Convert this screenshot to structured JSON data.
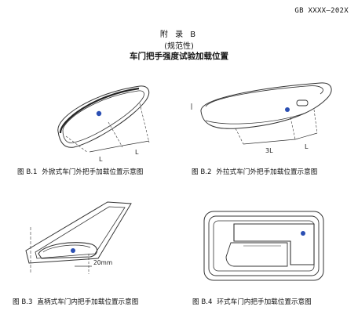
{
  "document": {
    "standard_number": "GB XXXX—202X",
    "appendix_title": "附 录 B",
    "appendix_type": "(规范性)",
    "appendix_subject": "车门把手强度试验加载位置"
  },
  "figures": [
    {
      "number": "图 B.1",
      "caption": "外掀式车门外把手加载位置示意图",
      "dimension_labels": [
        "L",
        "L"
      ]
    },
    {
      "number": "图 B.2",
      "caption": "外拉式车门外把手加载位置示意图",
      "dimension_labels": [
        "3L",
        "L"
      ]
    },
    {
      "number": "图 B.3",
      "caption": "直柄式车门内把手加载位置示意图",
      "dimension_labels": [
        "20mm"
      ]
    },
    {
      "number": "图 B.4",
      "caption": "环式车门内把手加载位置示意图",
      "dimension_labels": []
    }
  ],
  "colors": {
    "load_point": "#2b4fb3",
    "line": "#333333"
  }
}
